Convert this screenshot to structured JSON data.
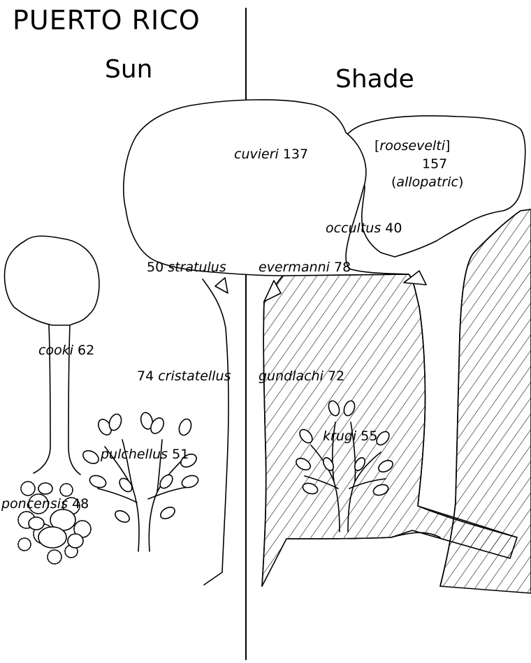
{
  "title": "PUERTO RICO",
  "headings": {
    "sun": "Sun",
    "shade": "Shade"
  },
  "labels": {
    "roosevelti_bracket_open": "[",
    "roosevelti_name": "roosevelti",
    "roosevelti_bracket_close": "]",
    "roosevelti_number": "157",
    "roosevelti_note_open": "(",
    "roosevelti_note": "allopatric",
    "roosevelti_note_close": ")",
    "cuvieri_name": "cuvieri",
    "cuvieri_number": "137",
    "occultus_name": "occultus",
    "occultus_number": "40",
    "stratulus_number": "50",
    "stratulus_name": "stratulus",
    "evermanni_name": "evermanni",
    "evermanni_number": "78",
    "cooki_name": "cooki",
    "cooki_number": "62",
    "cristatellus_number": "74",
    "cristatellus_name": "cristatellus",
    "gundlachi_name": "gundlachi",
    "gundlachi_number": "72",
    "pulchellus_name": "pulchellus",
    "pulchellus_number": "51",
    "krugi_name": "krugi",
    "krugi_number": "55",
    "poncensis_name": "poncensis",
    "poncensis_number": "48"
  }
}
